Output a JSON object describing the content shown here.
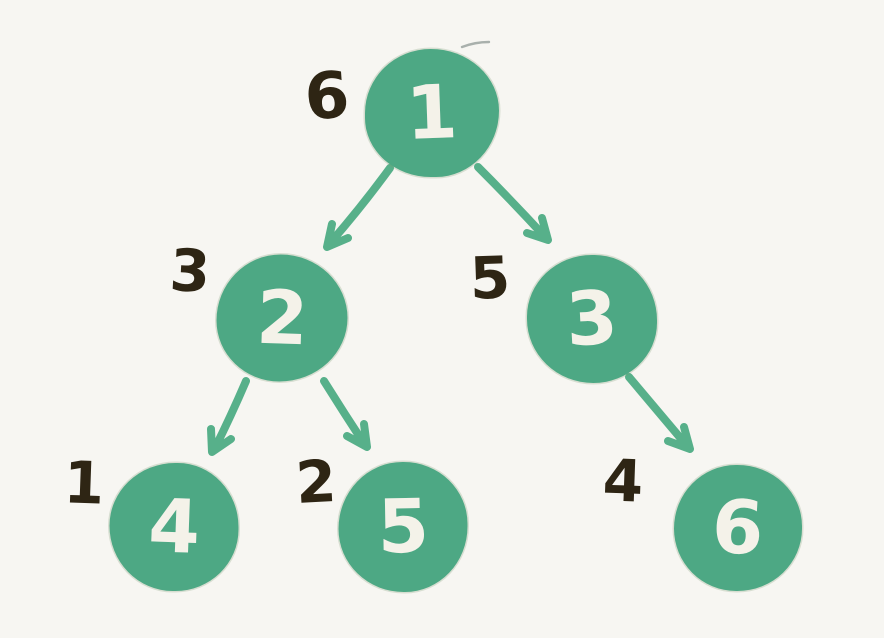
{
  "figure": {
    "type": "binary-tree-traversal-diagram",
    "background_color": "#f7f6f2",
    "node_fill_color": "#4da884",
    "node_text_color": "#f4f2e9",
    "order_label_color": "#2e2514",
    "arrow_color": "#57b08a"
  },
  "tree": {
    "nodes": [
      {
        "id": "1",
        "value": "1",
        "order": "6"
      },
      {
        "id": "2",
        "value": "2",
        "order": "3"
      },
      {
        "id": "3",
        "value": "3",
        "order": "5"
      },
      {
        "id": "4",
        "value": "4",
        "order": "1"
      },
      {
        "id": "5",
        "value": "5",
        "order": "2"
      },
      {
        "id": "6",
        "value": "6",
        "order": "4"
      }
    ],
    "edges": [
      {
        "from": "1",
        "to": "2"
      },
      {
        "from": "1",
        "to": "3"
      },
      {
        "from": "2",
        "to": "4"
      },
      {
        "from": "2",
        "to": "5"
      },
      {
        "from": "3",
        "to": "6"
      }
    ]
  }
}
